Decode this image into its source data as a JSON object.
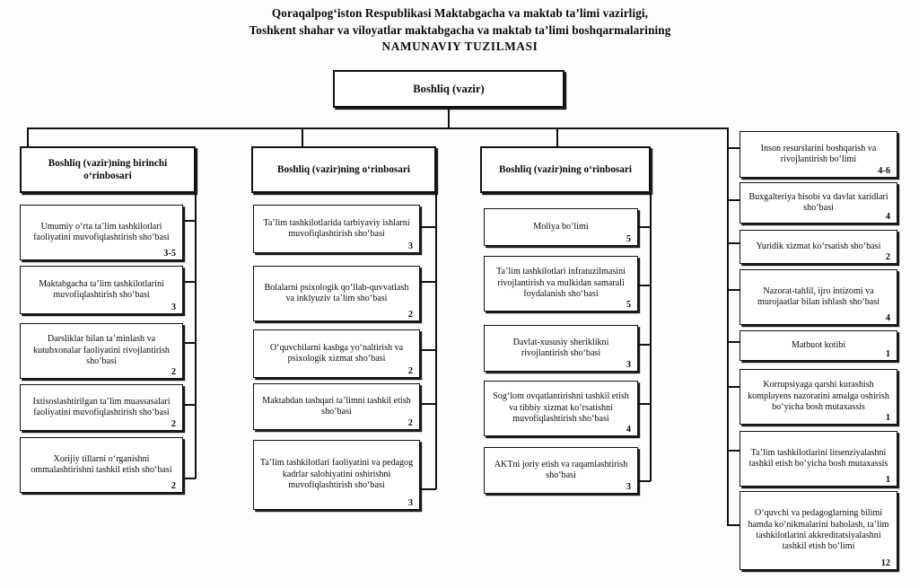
{
  "title": {
    "line1": "Qoraqalpog‘iston Respublikasi Maktabgacha va maktab ta’limi vazirligi,",
    "line2": "Toshkent shahar  va viloyatlar maktabgacha va maktab ta’limi boshqarmalarining",
    "line3": "NAMUNAVIY TUZILMASI"
  },
  "root": {
    "label": "Boshliq (vazir)"
  },
  "columns": [
    {
      "header": {
        "label": "Boshliq (vazir)ning birinchi o‘rinbosari"
      },
      "items": [
        {
          "label": "Umumiy o‘rta ta’lim tashkilotlari faoliyatini muvofiqlashtirish sho‘basi",
          "count": "3-5"
        },
        {
          "label": "Maktabgacha ta’lim tashkilotlarini muvofiqlashtirish sho‘basi",
          "count": "3"
        },
        {
          "label": "Darsliklar bilan ta’minlash va kutubxonalar faoliyatini rivojlantirish sho‘basi",
          "count": "2"
        },
        {
          "label": "Ixtisoslashtirilgan ta’lim muassasalari faoliyatini muvofiqlashtirish sho‘basi",
          "count": "2"
        },
        {
          "label": "Xorijiy tillarni o‘rganishni ommalashtirishni tashkil etish sho‘basi",
          "count": "2"
        }
      ]
    },
    {
      "header": {
        "label": "Boshliq (vazir)ning o‘rinbosari"
      },
      "items": [
        {
          "label": "Ta’lim tashkilotlarida tarbiyaviy ishlarni muvofiqlashtirish sho‘basi",
          "count": "3"
        },
        {
          "label": "Bolalarni psixologik qo‘llab-quvvatlash va inklyuziv ta’lim sho‘basi",
          "count": "2"
        },
        {
          "label": "O‘quvchilarni kasbga yo‘naltirish va psixologik xizmat sho‘basi",
          "count": "2"
        },
        {
          "label": "Maktabdan tashqari ta’limni tashkil etish sho‘basi",
          "count": "2"
        },
        {
          "label": "Ta’lim tashkilotlari faoliyatini va pedagog kadrlar salohiyatini oshirishni muvofiqlashtirish sho‘basi",
          "count": "3"
        }
      ]
    },
    {
      "header": {
        "label": "Boshliq (vazir)ning o‘rinbosari"
      },
      "items": [
        {
          "label": "Moliya bo‘limi",
          "count": "5"
        },
        {
          "label": "Ta’lim tashkilotlari infratuzilmasini rivojlantirish va mulkidan samarali foydalanish sho‘basi",
          "count": "5"
        },
        {
          "label": "Davlat-xususiy sheriklikni rivojlantirish sho‘basi",
          "count": "3"
        },
        {
          "label": "Sog‘lom ovqatlantirishni tashkil etish va tibbiy xizmat ko‘rsatishni muvofiqlashtirish sho‘basi",
          "count": "4"
        },
        {
          "label": "AKTni joriy etish va raqamlashtirish sho‘basi",
          "count": "3"
        }
      ]
    },
    {
      "header": null,
      "items": [
        {
          "label": "Inson resurslarini boshqarish va rivojlantirish bo‘limi",
          "count": "4-6"
        },
        {
          "label": "Buxgalteriya hisobi va davlat xaridlari sho‘basi",
          "count": "4"
        },
        {
          "label": "Yuridik xizmat ko‘rsatish sho‘basi",
          "count": "2"
        },
        {
          "label": "Nazorat-tahlil, ijro intizomi va murojaatlar bilan ishlash sho‘basi",
          "count": "4"
        },
        {
          "label": "Matbuot kotibi",
          "count": "1"
        },
        {
          "label": "Korrupsiyaga qarshi kurashish komplayens nazoratini amalga oshirish bo‘yicha bosh mutaxassis",
          "count": "1"
        },
        {
          "label": "Ta’lim tashkilotlarini litsenziyalashni tashkil etish bo‘yicha bosh mutaxassis",
          "count": "1"
        },
        {
          "label": "O‘quvchi va pedagoglarning bilimi hamda ko‘nikmalarini baholash, ta’lim tashkilotlarini akkreditatsiyalashni tashkil etish bo‘limi",
          "count": "12"
        }
      ]
    }
  ]
}
